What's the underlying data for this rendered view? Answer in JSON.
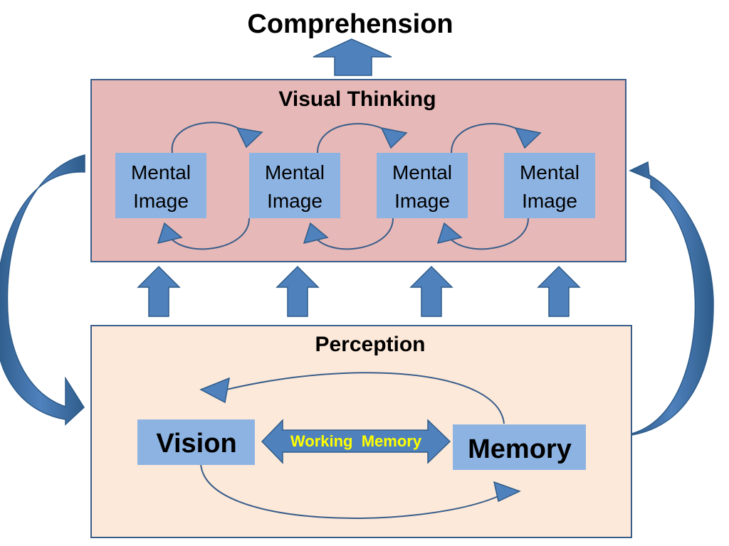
{
  "title": "Comprehension",
  "visual_thinking": {
    "title": "Visual Thinking",
    "mental_images": [
      {
        "line1": "Mental",
        "line2": "Image"
      },
      {
        "line1": "Mental",
        "line2": "Image"
      },
      {
        "line1": "Mental",
        "line2": "Image"
      },
      {
        "line1": "Mental",
        "line2": "Image"
      }
    ]
  },
  "perception": {
    "title": "Perception",
    "vision": "Vision",
    "memory": "Memory",
    "working_memory": "Working  Memory"
  },
  "colors": {
    "arrow_fill": "#4f81bd",
    "arrow_stroke": "#2e5c8a",
    "visual_thinking_bg": "#e6b8b7",
    "perception_bg": "#fde9d9",
    "box_fill": "#8db3e2",
    "panel_border": "#385d8a",
    "working_memory_text": "#ffff00"
  }
}
